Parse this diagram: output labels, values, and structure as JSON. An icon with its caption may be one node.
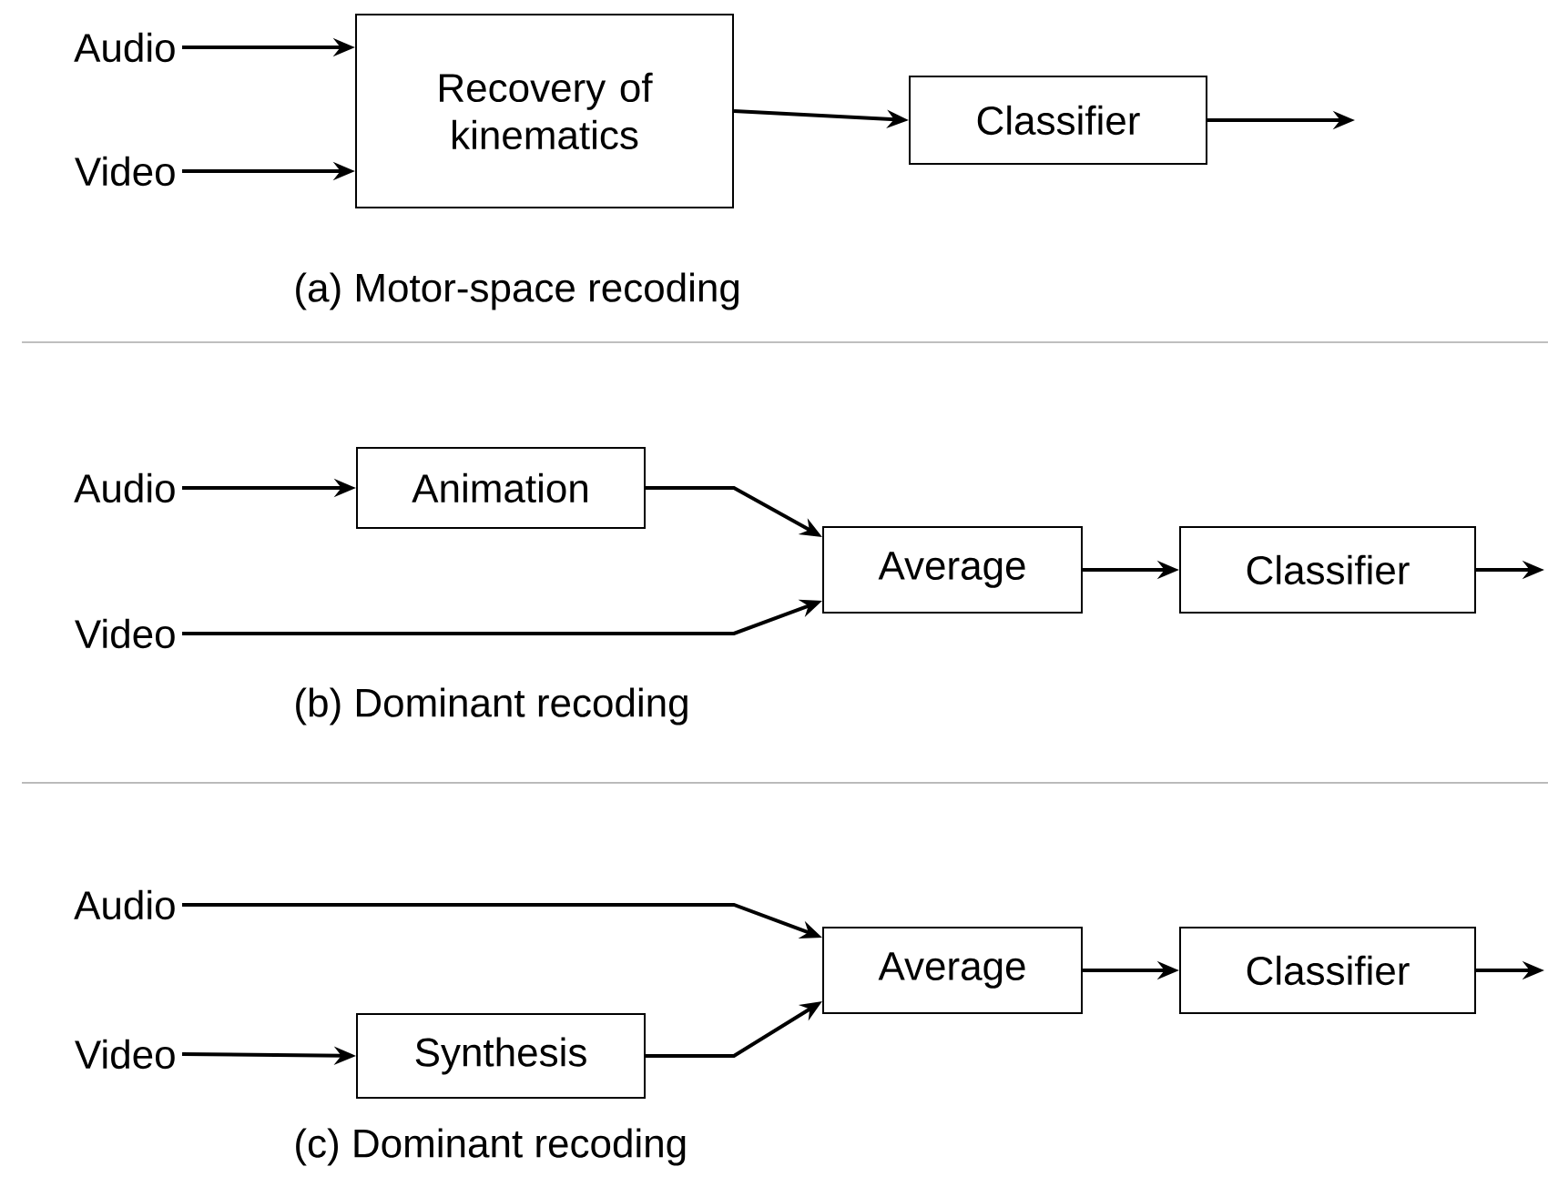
{
  "diagram": {
    "nodes": [
      {
        "text": [
          "Audio"
        ]
      },
      {
        "text": [
          "Video"
        ]
      },
      {
        "text": [
          "Recovery of kinematics"
        ]
      },
      {
        "text": [
          "Classifier"
        ]
      },
      {
        "text": [
          "Audio"
        ]
      },
      {
        "text": [
          "Video"
        ]
      },
      {
        "text": [
          "Animation"
        ]
      },
      {
        "text": [
          "Average"
        ]
      },
      {
        "text": [
          "Classifier"
        ]
      },
      {
        "text": [
          "Audio"
        ]
      },
      {
        "text": [
          "Video"
        ]
      },
      {
        "text": [
          "Synthesis"
        ]
      },
      {
        "text": [
          "Average"
        ]
      },
      {
        "text": [
          "Classifier"
        ]
      }
    ],
    "edges": [
      {
        "from": 0,
        "to": 2,
        "arrow": "to"
      },
      {
        "from": 1,
        "to": 2,
        "arrow": "to"
      },
      {
        "from": 2,
        "to": 3,
        "arrow": "to"
      },
      {
        "from": 3,
        "to": null,
        "arrow": "to"
      },
      {
        "from": 4,
        "to": 6,
        "arrow": "to"
      },
      {
        "from": 6,
        "to": 7,
        "arrow": "to"
      },
      {
        "from": 5,
        "to": 7,
        "arrow": "to"
      },
      {
        "from": 7,
        "to": 8,
        "arrow": "to"
      },
      {
        "from": 8,
        "to": null,
        "arrow": "to"
      },
      {
        "from": 10,
        "to": 11,
        "arrow": "to"
      },
      {
        "from": 9,
        "to": 12,
        "arrow": "to"
      },
      {
        "from": 11,
        "to": 12,
        "arrow": "to"
      },
      {
        "from": 12,
        "to": 13,
        "arrow": "to"
      },
      {
        "from": 13,
        "to": null,
        "arrow": "to"
      }
    ],
    "labels": [
      "(a) Motor-space recoding",
      "(b) Dominant recoding",
      "(c) Dominant recoding"
    ]
  }
}
